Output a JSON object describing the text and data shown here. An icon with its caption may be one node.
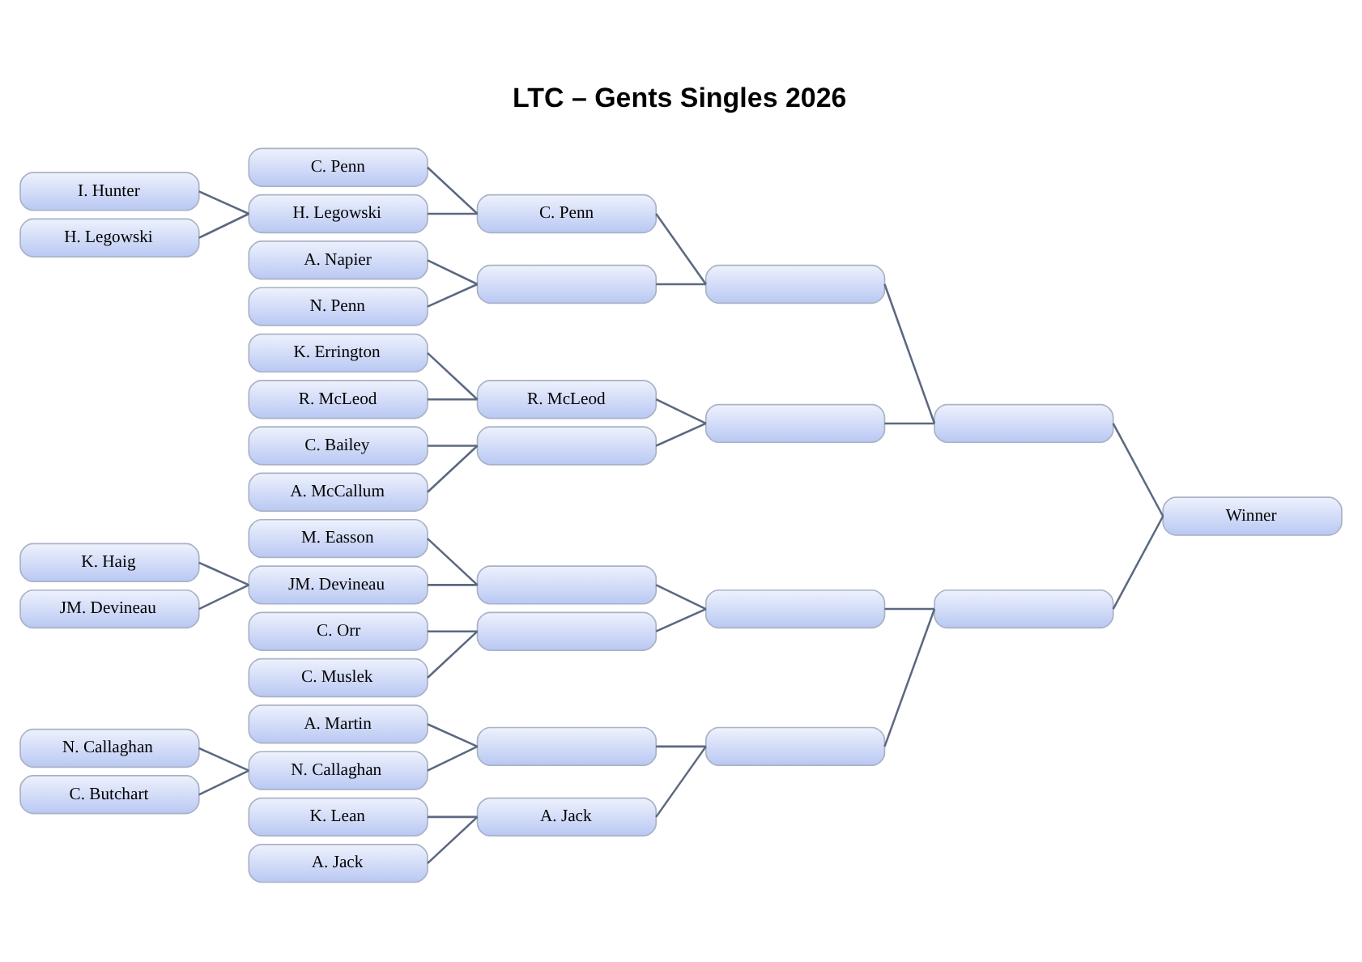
{
  "diagram": {
    "title": "LTC – Gents Singles 2026",
    "nodes": [
      {
        "text": [
          "I. Hunter"
        ]
      },
      {
        "text": [
          "H. Legowski"
        ]
      },
      {
        "text": [
          "K. Haig"
        ]
      },
      {
        "text": [
          "JM. Devineau"
        ]
      },
      {
        "text": [
          "N. Callaghan"
        ]
      },
      {
        "text": [
          "C. Butchart"
        ]
      },
      {
        "text": [
          "C. Penn"
        ]
      },
      {
        "text": [
          "H. Legowski"
        ]
      },
      {
        "text": [
          "A. Napier"
        ]
      },
      {
        "text": [
          "N. Penn"
        ]
      },
      {
        "text": [
          "K. Errington"
        ]
      },
      {
        "text": [
          "R. McLeod"
        ]
      },
      {
        "text": [
          "C. Bailey"
        ]
      },
      {
        "text": [
          "A. McCallum"
        ]
      },
      {
        "text": [
          "M. Easson"
        ]
      },
      {
        "text": [
          "JM. Devineau"
        ]
      },
      {
        "text": [
          "C. Orr"
        ]
      },
      {
        "text": [
          "C. Muslek"
        ]
      },
      {
        "text": [
          "A. Martin"
        ]
      },
      {
        "text": [
          "N. Callaghan"
        ]
      },
      {
        "text": [
          "K. Lean"
        ]
      },
      {
        "text": [
          "A. Jack"
        ]
      },
      {
        "text": [
          "C. Penn"
        ]
      },
      {
        "text": [],
        "shape": "box"
      },
      {
        "text": [
          "R. McLeod"
        ]
      },
      {
        "text": [],
        "shape": "box"
      },
      {
        "text": [],
        "shape": "box"
      },
      {
        "text": [],
        "shape": "box"
      },
      {
        "text": [],
        "shape": "box"
      },
      {
        "text": [
          "A. Jack"
        ]
      },
      {
        "text": [],
        "shape": "box"
      },
      {
        "text": [],
        "shape": "box"
      },
      {
        "text": [],
        "shape": "box"
      },
      {
        "text": [],
        "shape": "box"
      },
      {
        "text": [],
        "shape": "box"
      },
      {
        "text": [],
        "shape": "box"
      },
      {
        "text": [
          "Winner"
        ]
      }
    ],
    "edges": [
      {
        "from": 0,
        "to": 7,
        "arrow": "none"
      },
      {
        "from": 1,
        "to": 7,
        "arrow": "none"
      },
      {
        "from": 2,
        "to": 15,
        "arrow": "none"
      },
      {
        "from": 3,
        "to": 15,
        "arrow": "none"
      },
      {
        "from": 4,
        "to": 19,
        "arrow": "none"
      },
      {
        "from": 5,
        "to": 19,
        "arrow": "none"
      },
      {
        "from": 6,
        "to": 22,
        "arrow": "none"
      },
      {
        "from": 7,
        "to": 22,
        "arrow": "none"
      },
      {
        "from": 8,
        "to": 23,
        "arrow": "none"
      },
      {
        "from": 9,
        "to": 23,
        "arrow": "none"
      },
      {
        "from": 10,
        "to": 24,
        "arrow": "none"
      },
      {
        "from": 11,
        "to": 24,
        "arrow": "none"
      },
      {
        "from": 12,
        "to": 25,
        "arrow": "none"
      },
      {
        "from": 13,
        "to": 25,
        "arrow": "none"
      },
      {
        "from": 14,
        "to": 26,
        "arrow": "none"
      },
      {
        "from": 15,
        "to": 26,
        "arrow": "none"
      },
      {
        "from": 16,
        "to": 27,
        "arrow": "none"
      },
      {
        "from": 17,
        "to": 27,
        "arrow": "none"
      },
      {
        "from": 18,
        "to": 28,
        "arrow": "none"
      },
      {
        "from": 19,
        "to": 28,
        "arrow": "none"
      },
      {
        "from": 20,
        "to": 29,
        "arrow": "none"
      },
      {
        "from": 21,
        "to": 29,
        "arrow": "none"
      },
      {
        "from": 22,
        "to": 30,
        "arrow": "none"
      },
      {
        "from": 23,
        "to": 30,
        "arrow": "none"
      },
      {
        "from": 24,
        "to": 31,
        "arrow": "none"
      },
      {
        "from": 25,
        "to": 31,
        "arrow": "none"
      },
      {
        "from": 26,
        "to": 32,
        "arrow": "none"
      },
      {
        "from": 27,
        "to": 32,
        "arrow": "none"
      },
      {
        "from": 28,
        "to": 33,
        "arrow": "none"
      },
      {
        "from": 29,
        "to": 33,
        "arrow": "none"
      },
      {
        "from": 30,
        "to": 34,
        "arrow": "none"
      },
      {
        "from": 31,
        "to": 34,
        "arrow": "none"
      },
      {
        "from": 32,
        "to": 35,
        "arrow": "none"
      },
      {
        "from": 33,
        "to": 35,
        "arrow": "none"
      },
      {
        "from": 34,
        "to": 36,
        "arrow": "none"
      },
      {
        "from": 35,
        "to": 36,
        "arrow": "none"
      }
    ]
  }
}
